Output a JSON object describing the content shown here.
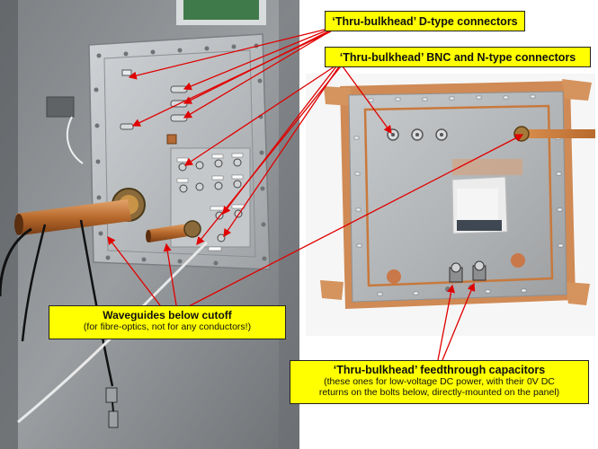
{
  "callouts": {
    "dtype": {
      "title": "‘Thru-bulkhead’ D-type connectors"
    },
    "bnc": {
      "title": "‘Thru-bulkhead’ BNC and N-type  connectors"
    },
    "waveguides": {
      "title": "Waveguides below cutoff",
      "sub": "(for fibre-optics, not for any conductors!)"
    },
    "feedthrough": {
      "title": "‘Thru-bulkhead’ feedthrough capacitors",
      "sub1": "(these ones for low-voltage DC power, with their 0V DC",
      "sub2": "returns on the bolts below, directly-mounted on the panel)"
    }
  },
  "colors": {
    "callout_fill": "#ffff00",
    "arrow": "#e00000",
    "copper": "#c87533",
    "panel_metal": "#b9bcbf",
    "wall": "#8f9396"
  }
}
